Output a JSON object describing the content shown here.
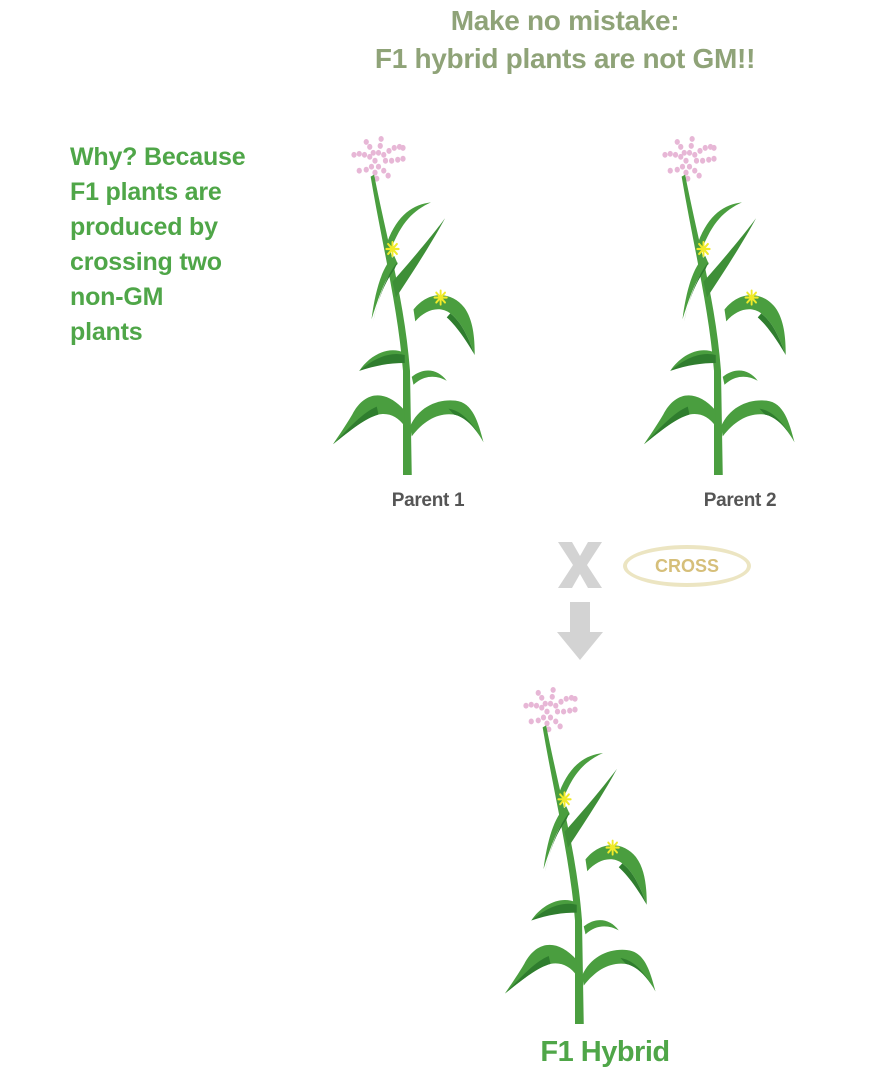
{
  "title": {
    "line1": "Make no mistake:",
    "line2": "F1 hybrid plants are not GM!!"
  },
  "explanation": {
    "lines": [
      "Why? Because",
      "F1  plants are",
      "produced by",
      "crossing two",
      "non-GM",
      "plants"
    ]
  },
  "parents": {
    "parent1_label": "Parent 1",
    "parent2_label": "Parent 2"
  },
  "cross": {
    "label": "CROSS"
  },
  "offspring": {
    "label": "F1 Hybrid"
  },
  "colors": {
    "title": "#8fa378",
    "explanation": "#4fa648",
    "stem": "#4a9e3f",
    "leaf_dark": "#2f7d2e",
    "tassel": "#e7b7d6",
    "flower": "#f0ea2a",
    "cross_icon": "#d3d3d3",
    "cross_oval": "#ece5c2",
    "cross_text": "#d6bf7a"
  },
  "icons": [
    "maize-plant",
    "cross-x-icon",
    "down-arrow-icon"
  ]
}
